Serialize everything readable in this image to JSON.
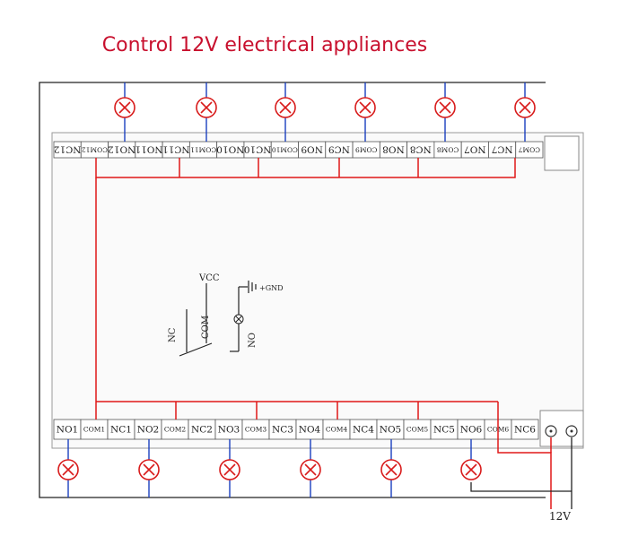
{
  "title": "Control 12V electrical appliances",
  "top_terminals": [
    "NC12",
    "COM12",
    "NO12",
    "NO11",
    "NC11",
    "COM11",
    "NO10",
    "NC10",
    "COM10",
    "NO9",
    "NC9",
    "COM9",
    "NO8",
    "NC8",
    "COM8",
    "NO7",
    "NC7",
    "COM7"
  ],
  "top_terminals_display": [
    "NC12",
    "COM12",
    "NO12",
    "NO11",
    "NC11",
    "COM11",
    "NO10",
    "NC10",
    "COM10",
    "NO9",
    "NC9",
    "COM9",
    "NO8",
    "NC8",
    "COM8",
    "NO7",
    "NC7",
    "COM7"
  ],
  "bottom_terminals": [
    "NO1",
    "COM1",
    "NC1",
    "NO2",
    "COM2",
    "NC2",
    "NO3",
    "COM3",
    "NC3",
    "NO4",
    "COM4",
    "NC4",
    "NO5",
    "COM5",
    "NC5",
    "NO6",
    "COM6",
    "NC6"
  ],
  "legend": {
    "vcc": "VCC",
    "nc": "NC",
    "com": "COM",
    "gnd": "GND",
    "no": "NO"
  },
  "supply_label": "12V",
  "colors": {
    "title": "#c8102e",
    "red_wire": "#e01818",
    "blue_wire": "#1a3fbf",
    "black_wire": "#222222",
    "lamp": "#d81b1b",
    "board_border": "#888888",
    "board_fill": "#fafafa"
  }
}
